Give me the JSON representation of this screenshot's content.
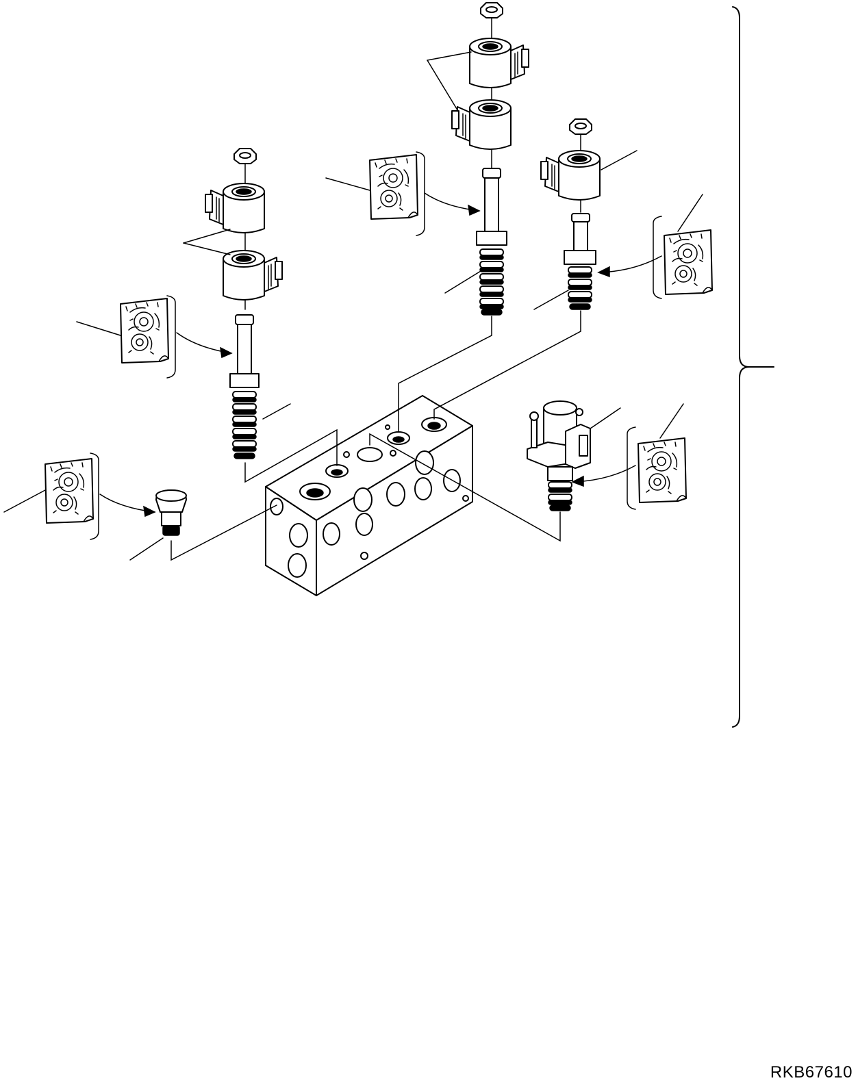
{
  "drawing": {
    "code": "RKB67610"
  },
  "colors": {
    "ink": "#000000",
    "paper": "#ffffff"
  },
  "components": [
    {
      "name": "valve-manifold-block"
    },
    {
      "name": "solenoid-valve-left"
    },
    {
      "name": "solenoid-valve-center"
    },
    {
      "name": "solenoid-valve-right"
    },
    {
      "name": "pressure-sensor-valve"
    },
    {
      "name": "plug"
    },
    {
      "name": "torque-spec-icon"
    }
  ]
}
